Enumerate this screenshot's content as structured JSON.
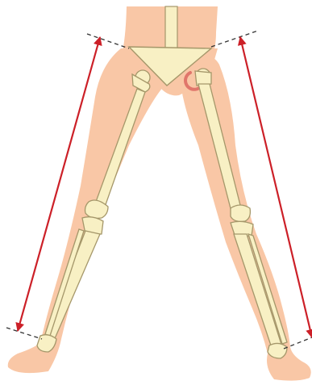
{
  "diagram": {
    "subject": "leg-length-measurement",
    "colors": {
      "skin": "#f9c7a6",
      "skin_light": "#fbd6bd",
      "bone": "#f8f0c4",
      "bone_outline": "#a5976a",
      "joint_accent": "#e0766b",
      "arrow": "#cc2028",
      "guide_line": "#333333"
    },
    "measurements": [
      {
        "side": "right-leg",
        "landmark_top": "hip",
        "landmark_bottom": "ankle"
      },
      {
        "side": "left-leg",
        "landmark_top": "hip",
        "landmark_bottom": "ankle"
      }
    ]
  }
}
